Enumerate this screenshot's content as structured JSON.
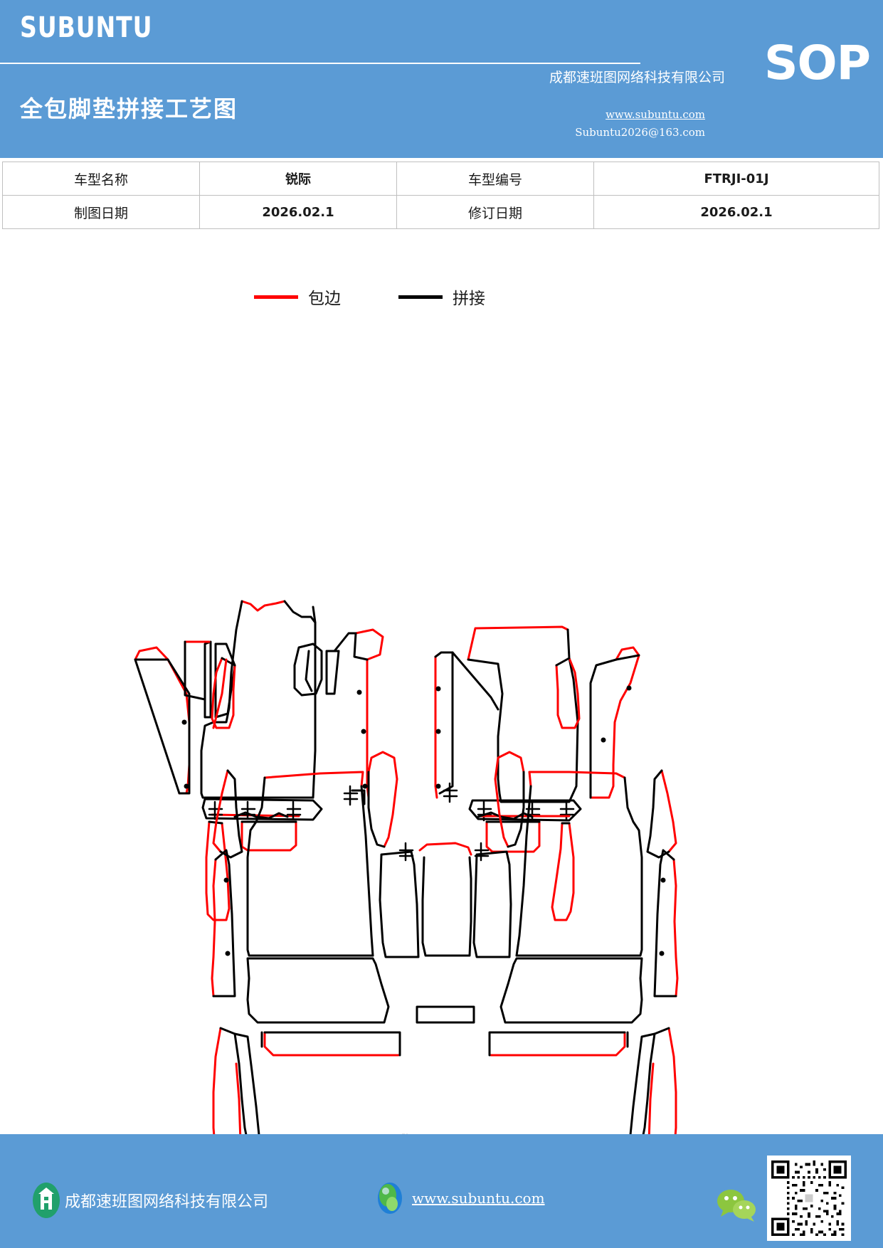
{
  "header": {
    "brand": "SUBUNTU",
    "doc_title": "全包脚垫拼接工艺图",
    "badge": "SOP",
    "company": "成都速班图网络科技有限公司",
    "url": "www.subuntu.com",
    "email": "Subuntu2026@163.com",
    "bg_color": "#5b9bd5"
  },
  "info_table": {
    "rows": [
      {
        "label1": "车型名称",
        "value1": "锐际",
        "label2": "车型编号",
        "value2": "FTRJI-01J"
      },
      {
        "label1": "制图日期",
        "value1": "2026.02.1",
        "label2": "修订日期",
        "value2": "2026.02.1"
      }
    ]
  },
  "legend": {
    "items": [
      {
        "label": "包边",
        "color": "#ff0000",
        "meaning": "edge-binding"
      },
      {
        "label": "拼接",
        "color": "#000000",
        "meaning": "seam-splice"
      }
    ]
  },
  "drawing": {
    "title": "全包脚垫拼接工艺图",
    "line_colors": {
      "binding": "#ff0000",
      "splice": "#000000"
    },
    "sections": [
      {
        "name": "front-row-mat-assembly",
        "position": "upper"
      },
      {
        "name": "rear-row-mat-assembly",
        "position": "lower"
      }
    ]
  },
  "footer": {
    "company": "成都速班图网络科技有限公司",
    "url": "www.subuntu.com",
    "bg_color": "#5b9bd5"
  }
}
